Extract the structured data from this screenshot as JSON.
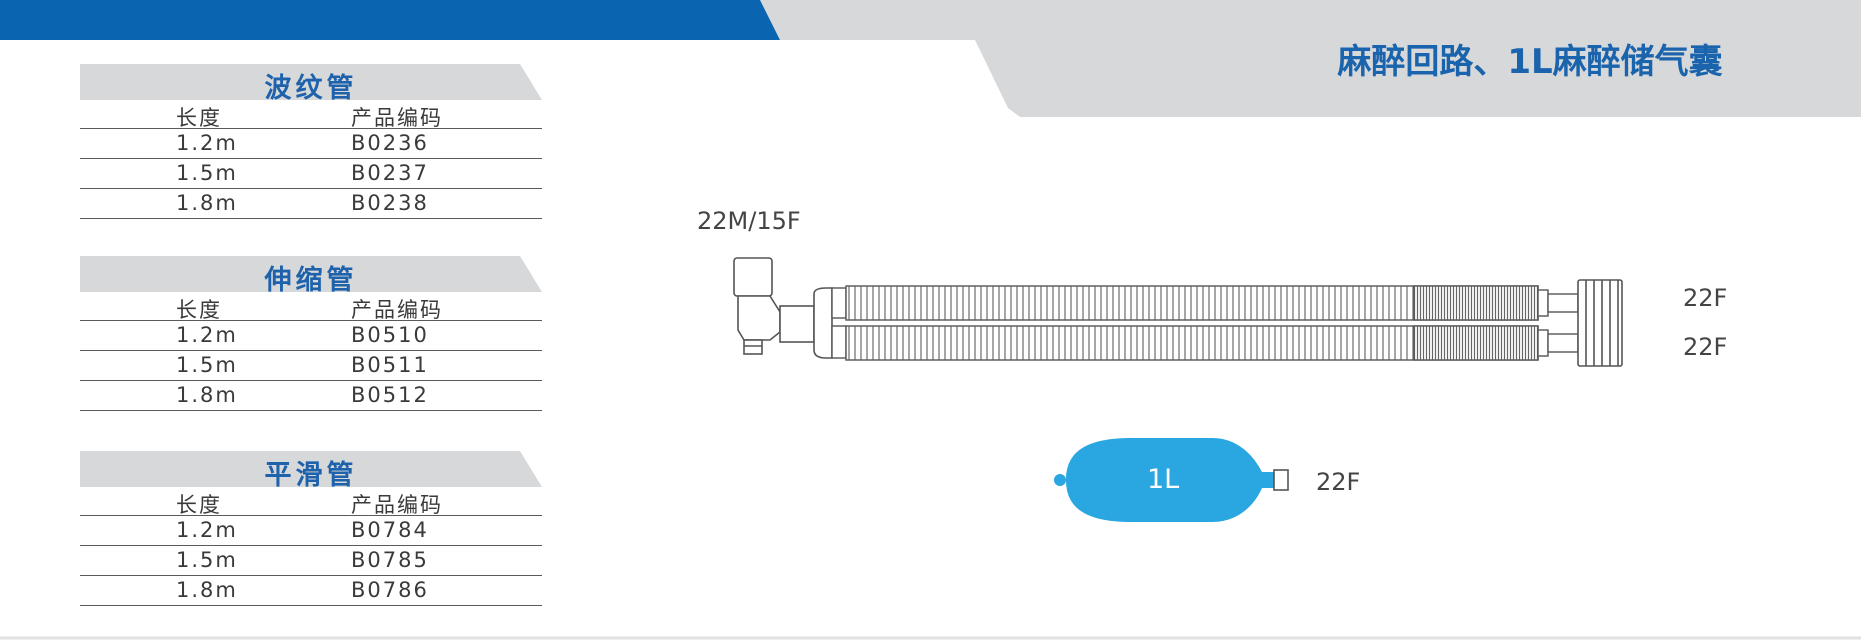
{
  "page_title": "麻醉回路、1L麻醉储气囊",
  "colors": {
    "brand_blue": "#0b64b0",
    "header_gray": "#d7d8da",
    "title_blue": "#1a63ad",
    "bag_blue": "#2aa6e0"
  },
  "tables": [
    {
      "title": "波纹管",
      "columns": [
        "长度",
        "产品编码"
      ],
      "rows": [
        [
          "1.2m",
          "B0236"
        ],
        [
          "1.5m",
          "B0237"
        ],
        [
          "1.8m",
          "B0238"
        ]
      ]
    },
    {
      "title": "伸缩管",
      "columns": [
        "长度",
        "产品编码"
      ],
      "rows": [
        [
          "1.2m",
          "B0510"
        ],
        [
          "1.5m",
          "B0511"
        ],
        [
          "1.8m",
          "B0512"
        ]
      ]
    },
    {
      "title": "平滑管",
      "columns": [
        "长度",
        "产品编码"
      ],
      "rows": [
        [
          "1.2m",
          "B0784"
        ],
        [
          "1.5m",
          "B0785"
        ],
        [
          "1.8m",
          "B0786"
        ]
      ]
    }
  ],
  "circuit_labels": {
    "elbow": "22M/15F",
    "port_top": "22F",
    "port_bottom": "22F"
  },
  "bag": {
    "volume": "1L",
    "connector": "22F"
  }
}
